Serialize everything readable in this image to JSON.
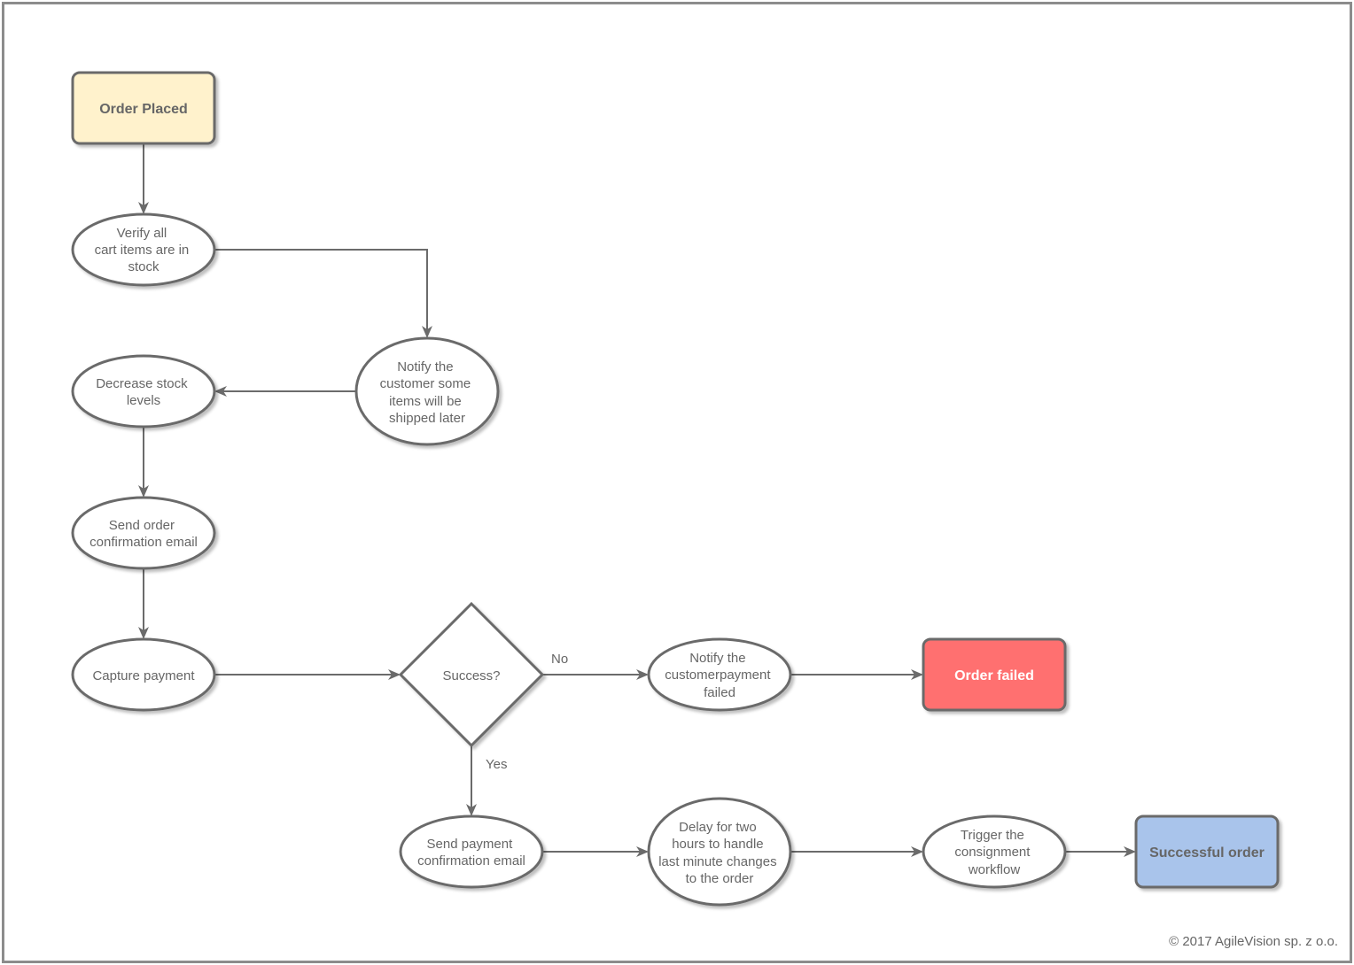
{
  "nodes": {
    "order_placed": {
      "label": "Order Placed",
      "fill": "#fff2cc"
    },
    "verify_stock": {
      "lines": [
        "Verify all",
        "cart items are in",
        "stock"
      ]
    },
    "notify_later": {
      "lines": [
        "Notify the",
        "customer  some",
        "items will be",
        "shipped later"
      ]
    },
    "decrease_stock": {
      "lines": [
        "Decrease stock",
        "levels"
      ]
    },
    "send_order_email": {
      "lines": [
        "Send order",
        "confirmation email"
      ]
    },
    "capture_payment": {
      "label": "Capture payment"
    },
    "success_decision": {
      "label": "Success?"
    },
    "notify_payment_failed": {
      "lines": [
        "Notify the",
        "customerpayment",
        "failed"
      ]
    },
    "order_failed": {
      "label": "Order failed",
      "fill": "#ff7070"
    },
    "send_payment_email": {
      "lines": [
        "Send payment",
        "confirmation email"
      ]
    },
    "delay_two_hours": {
      "lines": [
        "Delay for two",
        "hours to handle",
        "last minute changes",
        "to the order"
      ]
    },
    "trigger_consignment": {
      "lines": [
        "Trigger the",
        "consignment",
        "workflow"
      ]
    },
    "successful_order": {
      "label": "Successful order",
      "fill": "#a9c4eb"
    }
  },
  "edges": {
    "no_label": "No",
    "yes_label": "Yes"
  },
  "colors": {
    "stroke": "#6b6b6b",
    "text": "#666666",
    "frame": "#8c8c8c"
  },
  "footer": {
    "copyright": "© 2017 AgileVision sp. z o.o."
  }
}
